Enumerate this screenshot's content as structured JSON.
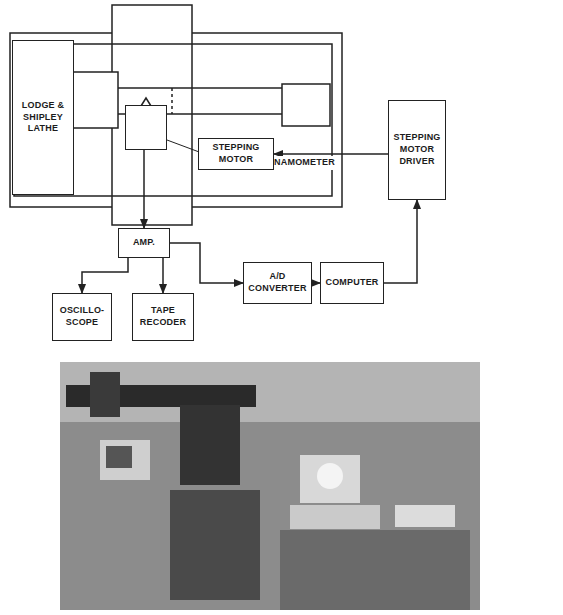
{
  "diagram": {
    "nodes": [
      {
        "text": [
          "LODGE & SHIPLEY LATHE"
        ]
      },
      {
        "text": [
          "TOOL DYNAMOMETER"
        ]
      },
      {
        "text": [
          "STEPPING MOTOR"
        ]
      },
      {
        "text": [
          "STEPPING MOTOR DRIVER"
        ]
      },
      {
        "text": [
          "AMP."
        ]
      },
      {
        "text": [
          "OSCILLO- SCOPE"
        ]
      },
      {
        "text": [
          "TAPE RECODER"
        ]
      },
      {
        "text": [
          "A/D CONVERTER"
        ]
      },
      {
        "text": [
          "COMPUTER"
        ]
      }
    ],
    "edges": [
      {
        "from": 1,
        "to": 4,
        "arrow": "to"
      },
      {
        "from": 4,
        "to": 5,
        "arrow": "to"
      },
      {
        "from": 4,
        "to": 6,
        "arrow": "to"
      },
      {
        "from": 4,
        "to": 7,
        "arrow": "to"
      },
      {
        "from": 7,
        "to": 8,
        "arrow": "to"
      },
      {
        "from": 8,
        "to": 3,
        "arrow": "to"
      },
      {
        "from": 3,
        "to": 2,
        "arrow": "to"
      }
    ]
  }
}
